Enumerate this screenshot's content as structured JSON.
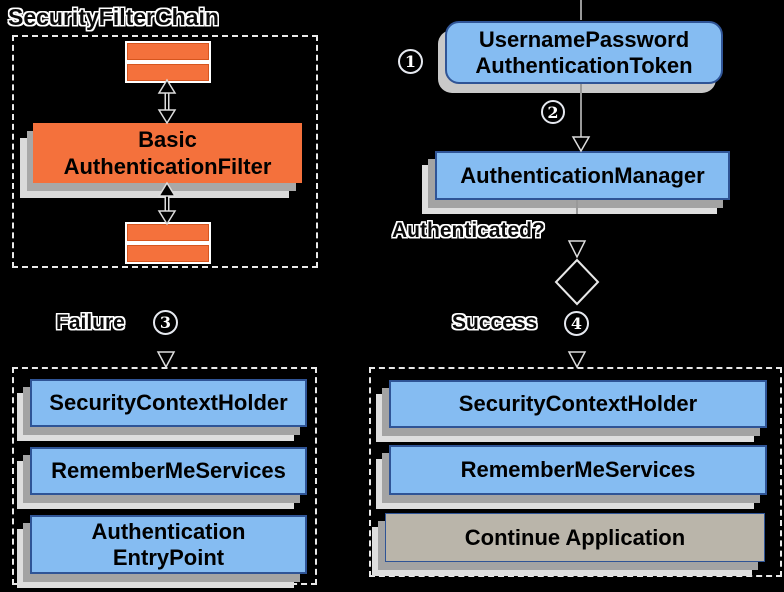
{
  "colors": {
    "background": "#000000",
    "orange_fill": "#f4713c",
    "orange_border": "#d6551e",
    "blue_fill": "#85bcf2",
    "blue_border": "#2f5496",
    "gray_box_fill": "#bab5aa",
    "shadow_dark": "#a3a3a3",
    "shadow_light": "#dedede",
    "line_gray": "#999999",
    "dash_border": "#e9e9e9"
  },
  "filter_chain": {
    "title": "SecurityFilterChain",
    "filter_box": {
      "line1": "Basic",
      "line2": "AuthenticationFilter"
    }
  },
  "flow": {
    "step1": "1",
    "step2": "2",
    "step3": "3",
    "step4": "4",
    "token_box": {
      "line1": "UsernamePassword",
      "line2": "AuthenticationToken"
    },
    "manager_box": {
      "label": "AuthenticationManager"
    },
    "authenticated_label": "Authenticated?",
    "failure_label": "Failure",
    "success_label": "Success"
  },
  "failure_panel": {
    "items": [
      {
        "label": "SecurityContextHolder"
      },
      {
        "label": "RememberMeServices"
      },
      {
        "line1": "Authentication",
        "line2": "EntryPoint"
      }
    ]
  },
  "success_panel": {
    "items": [
      {
        "label": "SecurityContextHolder"
      },
      {
        "label": "RememberMeServices"
      },
      {
        "label": "Continue Application"
      }
    ]
  }
}
